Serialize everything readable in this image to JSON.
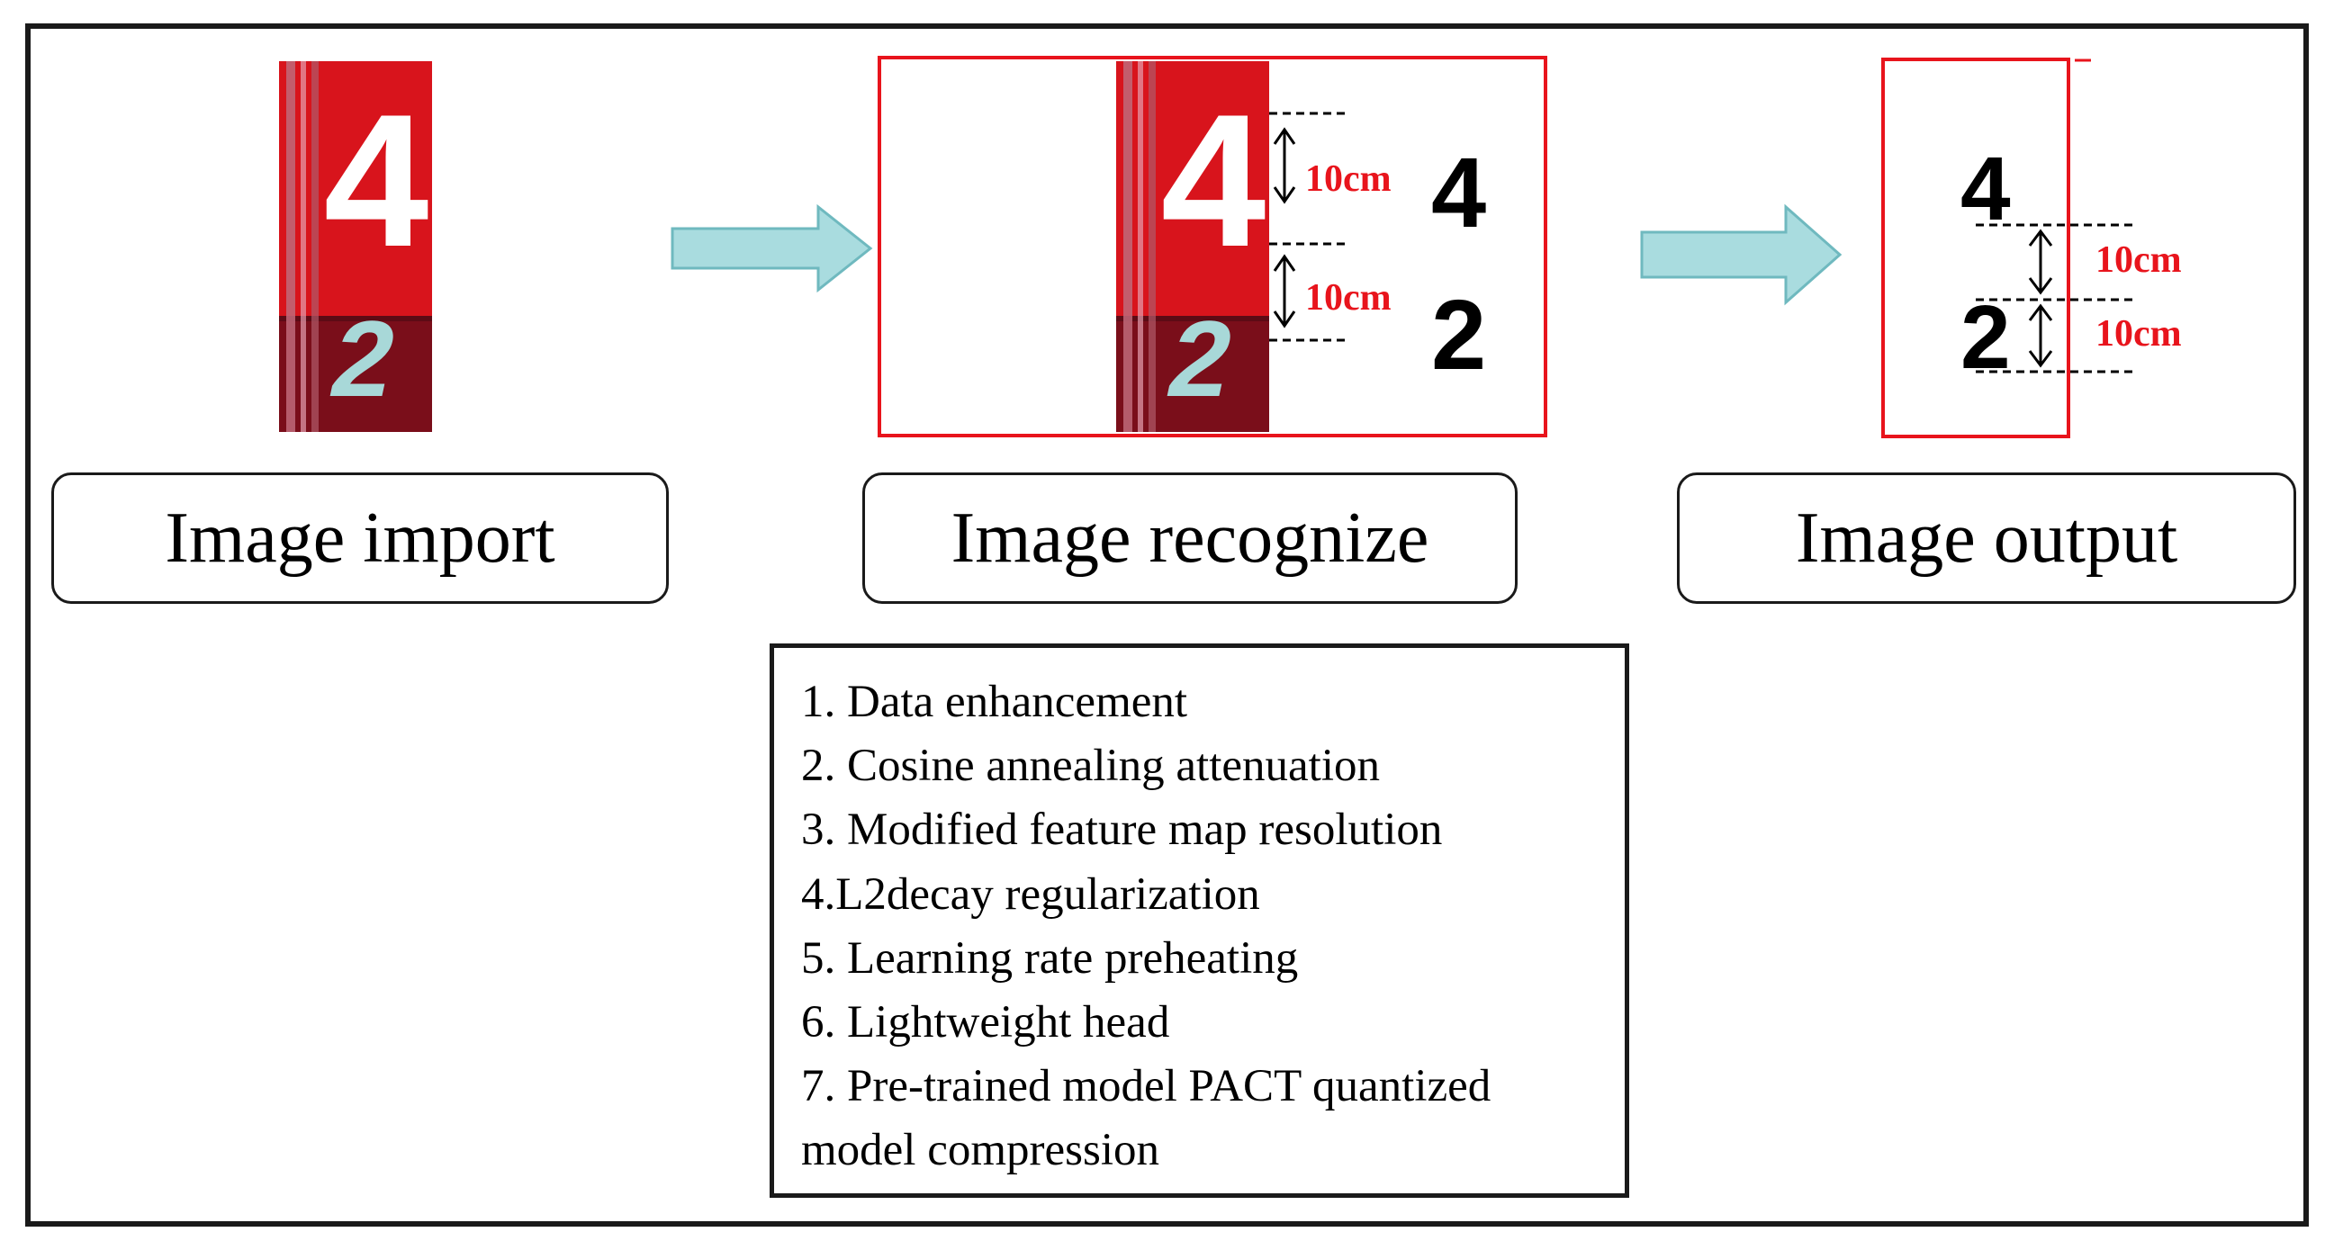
{
  "stages": {
    "import_label": "Image import",
    "recognize_label": "Image recognize",
    "output_label": "Image output"
  },
  "gauge": {
    "top_digit": "4",
    "bottom_digit": "2",
    "colors": {
      "upper": "#d8141c",
      "lower": "#7a0e1a",
      "lower_digit": "#a8d8d8",
      "strip": "#c06a7a"
    }
  },
  "recognize": {
    "digit_top": "4",
    "digit_bottom": "2",
    "measure_top": "10cm",
    "measure_bottom": "10cm"
  },
  "output": {
    "digit_top": "4",
    "digit_bottom": "2",
    "measure_top": "10cm",
    "measure_bottom": "10cm"
  },
  "improvements": [
    "1. Data enhancement",
    "2. Cosine annealing attenuation",
    "3. Modified feature map resolution",
    "4.L2decay regularization",
    "5. Learning rate preheating",
    "6. Lightweight head",
    "7. Pre-trained model PACT quantized",
    "model compression"
  ],
  "colors": {
    "arrow_fill": "#a9dcdf",
    "arrow_stroke": "#6fb9bf",
    "accent_red": "#e8141c",
    "border": "#1a1a1a"
  }
}
